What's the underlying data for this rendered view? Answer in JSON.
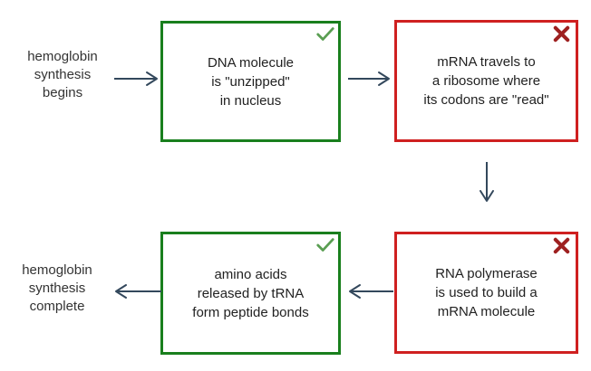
{
  "diagram": {
    "title": "hemoglobin synthesis flowchart",
    "colors": {
      "green_border": "#197f1d",
      "red_border": "#cf2020",
      "check_mark": "#5a9e52",
      "x_mark": "#9e2020",
      "arrow": "#33485c",
      "text": "#333333",
      "background": "#ffffff"
    },
    "start_label": "hemoglobin\nsynthesis\nbegins",
    "end_label": "hemoglobin\nsynthesis\ncomplete",
    "steps": [
      {
        "id": "step-1",
        "text": "DNA molecule\nis \"unzipped\"\nin nucleus",
        "status": "correct",
        "status_icon": "check-icon",
        "border_color": "#197f1d"
      },
      {
        "id": "step-2",
        "text": "mRNA travels to\na ribosome where\nits codons are \"read\"",
        "status": "incorrect",
        "status_icon": "x-icon",
        "border_color": "#cf2020"
      },
      {
        "id": "step-3",
        "text": "RNA polymerase\nis used to build a\nmRNA molecule",
        "status": "incorrect",
        "status_icon": "x-icon",
        "border_color": "#cf2020"
      },
      {
        "id": "step-4",
        "text": "amino acids\nreleased by tRNA\nform peptide bonds",
        "status": "correct",
        "status_icon": "check-icon",
        "border_color": "#197f1d"
      }
    ],
    "connectors": [
      {
        "id": "connector-start-to-step1",
        "direction": "right"
      },
      {
        "id": "connector-step1-to-step2",
        "direction": "right"
      },
      {
        "id": "connector-step2-to-step3",
        "direction": "down"
      },
      {
        "id": "connector-step3-to-step4",
        "direction": "left"
      },
      {
        "id": "connector-step4-to-end",
        "direction": "left"
      }
    ]
  }
}
